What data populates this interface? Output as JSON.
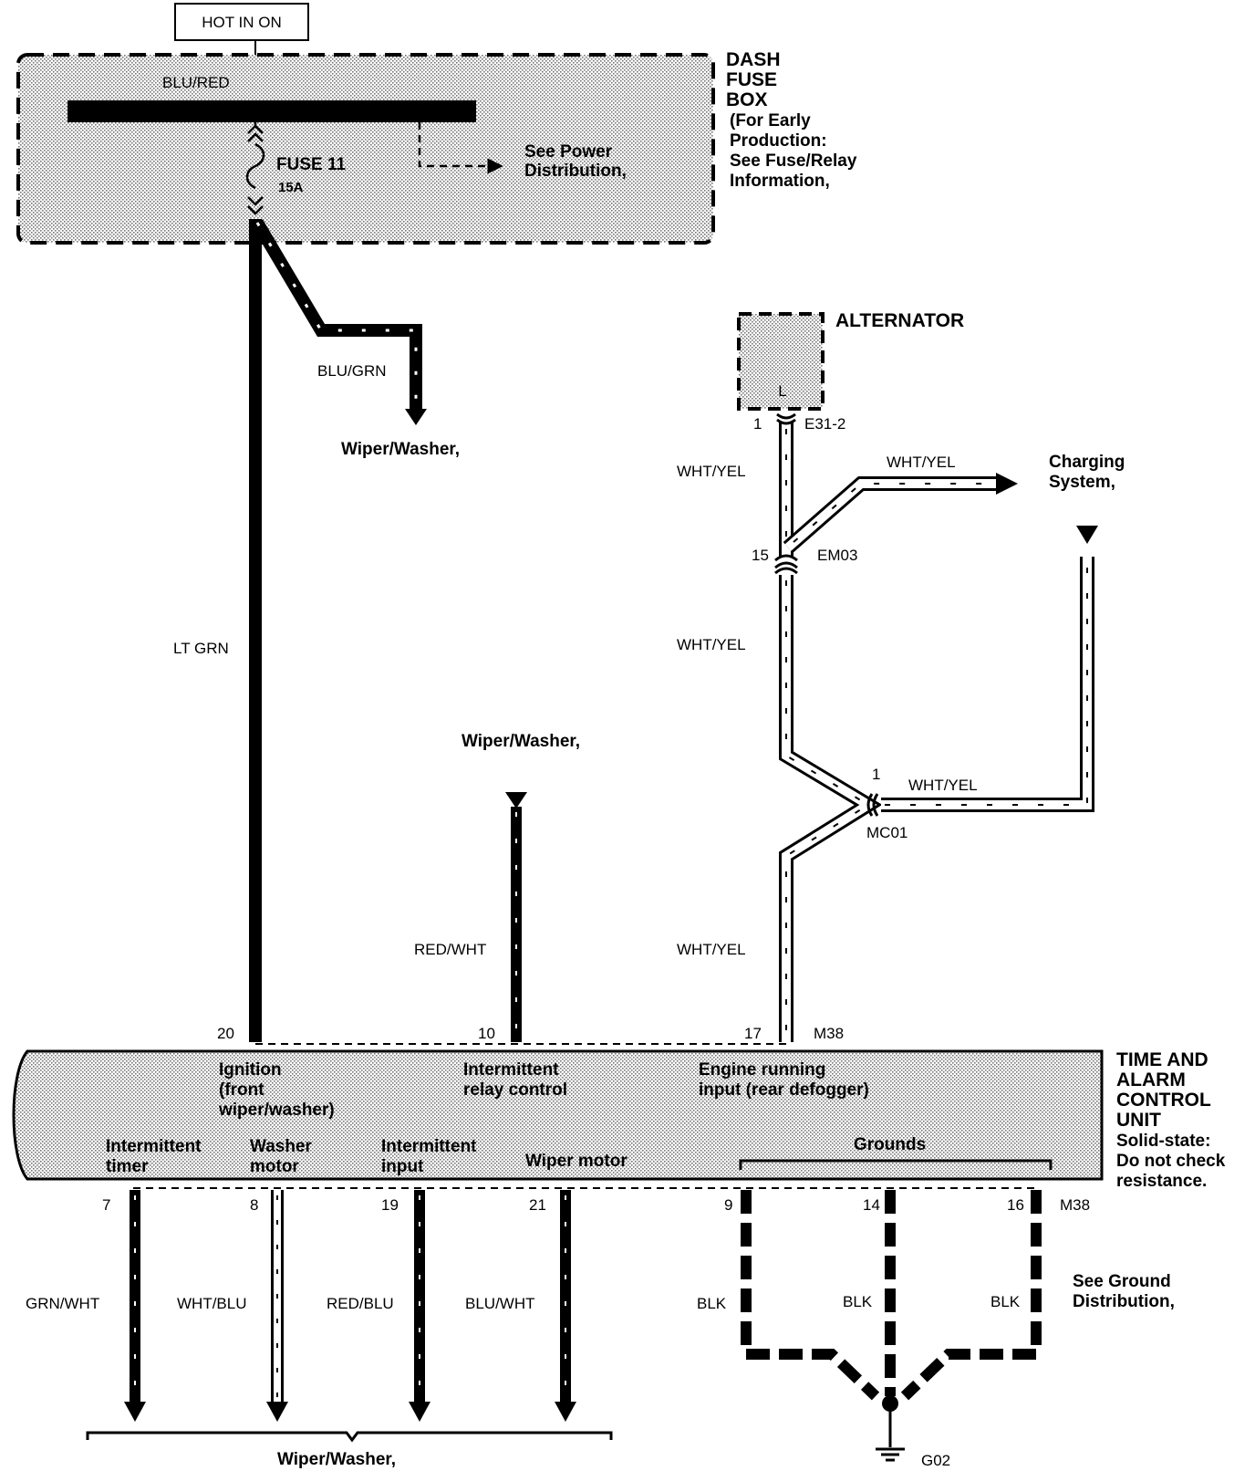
{
  "hot_in_on": "HOT IN ON",
  "fuse_box": {
    "line1": "DASH",
    "line2": "FUSE",
    "line3": "BOX",
    "note1": "(For Early",
    "note2": "Production:",
    "note3": "See Fuse/Relay",
    "note4": "Information,",
    "input_wire": "BLU/RED",
    "fuse_name": "FUSE 11",
    "fuse_rating": "15A",
    "see1": "See Power",
    "see2": "Distribution,"
  },
  "wires": {
    "blu_grn": "BLU/GRN",
    "lt_grn": "LT GRN",
    "red_wht": "RED/WHT",
    "wht_yel_1": "WHT/YEL",
    "wht_yel_2": "WHT/YEL",
    "wht_yel_3": "WHT/YEL",
    "wht_yel_charging": "WHT/YEL",
    "wht_yel_mc01": "WHT/YEL",
    "grn_wht": "GRN/WHT",
    "wht_blu": "WHT/BLU",
    "red_blu": "RED/BLU",
    "blu_wht": "BLU/WHT",
    "blk_1": "BLK",
    "blk_2": "BLK",
    "blk_3": "BLK"
  },
  "destinations": {
    "wiper_washer_top": "Wiper/Washer,",
    "wiper_washer_mid": "Wiper/Washer,",
    "wiper_washer_bottom": "Wiper/Washer,",
    "charging_1": "Charging",
    "charging_2": "System,",
    "see_ground_1": "See Ground",
    "see_ground_2": "Distribution,"
  },
  "alternator": {
    "name": "ALTERNATOR",
    "terminal": "L"
  },
  "connectors": {
    "e31_pin": "1",
    "e31": "E31-2",
    "em03_pin": "15",
    "em03": "EM03",
    "mc01_pin": "1",
    "mc01": "MC01",
    "m38_top": "M38",
    "m38_bottom": "M38",
    "g02": "G02"
  },
  "control_unit": {
    "name1": "TIME AND",
    "name2": "ALARM",
    "name3": "CONTROL",
    "name4": "UNIT",
    "note1": "Solid-state:",
    "note2": "Do not check",
    "note3": "resistance.",
    "top_pins": [
      "20",
      "10",
      "17"
    ],
    "bottom_pins": [
      "7",
      "8",
      "19",
      "21",
      "9",
      "14",
      "16"
    ],
    "ign1": "Ignition",
    "ign2": "(front",
    "ign3": "wiper/washer)",
    "int_relay1": "Intermittent",
    "int_relay2": "relay control",
    "eng1": "Engine running",
    "eng2": "input (rear defogger)",
    "timer1": "Intermittent",
    "timer2": "timer",
    "washer1": "Washer",
    "washer2": "motor",
    "int_in1": "Intermittent",
    "int_in2": "input",
    "wiper_motor": "Wiper motor",
    "grounds": "Grounds"
  }
}
